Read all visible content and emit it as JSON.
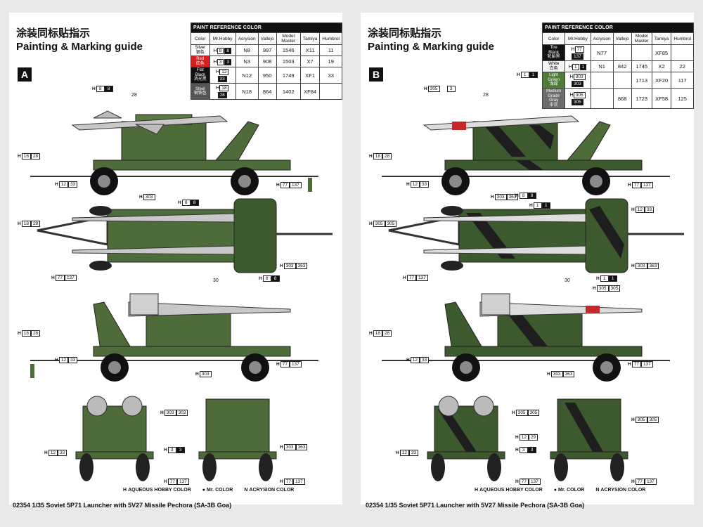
{
  "sheet_a": {
    "title_cn": "涂装同标贴指示",
    "title_en": "Painting & Marking guide",
    "scheme": "A",
    "table_title": "PAINT REFERENCE COLOR",
    "columns": [
      "Color",
      "Mr.Hobby",
      "Acrysion",
      "Vallejo",
      "Model Master",
      "Tamiya",
      "Humbrol"
    ],
    "rows": [
      {
        "color_en": "Silver",
        "color_cn": "银色",
        "hobby_h": "8",
        "hobby_c": "8",
        "acrysion": "N8",
        "vallejo": "997",
        "mm": "1546",
        "tamiya": "X11",
        "humbrol": "11",
        "bg": "#ffffff",
        "fg": "#000000"
      },
      {
        "color_en": "Red",
        "color_cn": "红色",
        "hobby_h": "3",
        "hobby_c": "3",
        "acrysion": "N3",
        "vallejo": "908",
        "mm": "1503",
        "tamiya": "X7",
        "humbrol": "19",
        "bg": "#d62020",
        "fg": "#ffffff"
      },
      {
        "color_en": "Flat Black",
        "color_cn": "消光黑",
        "hobby_h": "12",
        "hobby_c": "33",
        "acrysion": "N12",
        "vallejo": "950",
        "mm": "1749",
        "tamiya": "XF1",
        "humbrol": "33",
        "bg": "#111111",
        "fg": "#ffffff"
      },
      {
        "color_en": "Steel",
        "color_cn": "钢铁色",
        "hobby_h": "18",
        "hobby_c": "28",
        "acrysion": "N18",
        "vallejo": "864",
        "mm": "1402",
        "tamiya": "XF84",
        "humbrol": "",
        "bg": "#555555",
        "fg": "#ffffff"
      }
    ],
    "callouts": {
      "v1_top": {
        "h": "8",
        "c": "8"
      },
      "v1_part": "28",
      "v1_left": {
        "h": "18",
        "c": "28"
      },
      "v1_wheel_l": {
        "h": "12",
        "c": "33"
      },
      "v1_bottom": {
        "h": "303",
        "c": ""
      },
      "v1_wheel_r": {
        "h": "77",
        "c": "137"
      },
      "v2_top": {
        "h": "8",
        "c": "8"
      },
      "v2_left": {
        "h": "18",
        "c": "28"
      },
      "v2_right": {
        "h": "303",
        "c": "363"
      },
      "v2_bottom": {
        "h": "77",
        "c": "137"
      },
      "v3_top": {
        "h": "8",
        "c": "8"
      },
      "v3_part": "30",
      "v3_left": {
        "h": "18",
        "c": "28"
      },
      "v3_wheel_l": {
        "h": "12",
        "c": "33"
      },
      "v3_bottom": {
        "h": "303",
        "c": ""
      },
      "v3_wheel_r": {
        "h": "77",
        "c": "137"
      },
      "v4_a": {
        "h": "303",
        "c": "303"
      },
      "v4_b": {
        "h": "303",
        "c": "363"
      },
      "v4_c": {
        "h": "3",
        "c": "3"
      },
      "v4_d": {
        "h": "12",
        "c": "33"
      },
      "v4_e": {
        "h": "77",
        "c": "137"
      }
    },
    "legend": [
      "AQUEOUS HOBBY COLOR",
      "Mr. COLOR",
      "ACRYSION COLOR"
    ],
    "legend_marks": [
      "H",
      "●",
      "N"
    ],
    "footer": "02354 1/35 Soviet 5P71 Launcher with 5V27 Missile Pechora (SA-3B Goa)"
  },
  "sheet_b": {
    "title_cn": "涂装同标贴指示",
    "title_en": "Painting & Marking guide",
    "scheme": "B",
    "table_title": "PAINT REFERENCE COLOR",
    "columns": [
      "Color",
      "Mr.Hobby",
      "Acrysion",
      "Vallejo",
      "Model Master",
      "Tamiya",
      "Humbrol"
    ],
    "rows": [
      {
        "color_en": "Tire Black",
        "color_cn": "轮胎黑",
        "hobby_h": "77",
        "hobby_c": "137",
        "acrysion": "N77",
        "vallejo": "",
        "mm": "",
        "tamiya": "XF85",
        "humbrol": "",
        "bg": "#111111",
        "fg": "#ffffff"
      },
      {
        "color_en": "White",
        "color_cn": "白色",
        "hobby_h": "1",
        "hobby_c": "1",
        "acrysion": "N1",
        "vallejo": "842",
        "mm": "1745",
        "tamiya": "X2",
        "humbrol": "22",
        "bg": "#f4f4f4",
        "fg": "#000000"
      },
      {
        "color_en": "Light Green",
        "color_cn": "浅绿",
        "hobby_h": "303",
        "hobby_c": "303",
        "acrysion": "",
        "vallejo": "",
        "mm": "1713",
        "tamiya": "XF20",
        "humbrol": "117",
        "bg": "#4f7a3a",
        "fg": "#ffffff"
      },
      {
        "color_en": "Medium Grade Gray",
        "color_cn": "中灰",
        "hobby_h": "305",
        "hobby_c": "305",
        "acrysion": "",
        "vallejo": "868",
        "mm": "1723",
        "tamiya": "XF58",
        "humbrol": "125",
        "bg": "#6b6b6b",
        "fg": "#ffffff"
      }
    ],
    "callouts": {
      "v1_top": {
        "h": "305",
        "c": "3"
      },
      "v1_top2": {
        "h": "1",
        "c": "1"
      },
      "v1_part": "28",
      "v1_left": {
        "h": "18",
        "c": "28"
      },
      "v1_wheel_l": {
        "h": "12",
        "c": "33"
      },
      "v1_bottom": {
        "h": "303",
        "c": "363"
      },
      "v1_wheel_r": {
        "h": "77",
        "c": "137"
      },
      "v2_top": {
        "h": "8",
        "c": "8"
      },
      "v2_top2": {
        "h": "1",
        "c": "1"
      },
      "v2_left": {
        "h": "305",
        "c": "305"
      },
      "v2_right": {
        "h": "12",
        "c": "33"
      },
      "v2_right2": {
        "h": "303",
        "c": "363"
      },
      "v2_bottom": {
        "h": "77",
        "c": "137"
      },
      "v3_top": {
        "h": "305",
        "c": "305"
      },
      "v3_top2": {
        "h": "1",
        "c": "1"
      },
      "v3_part": "30",
      "v3_left": {
        "h": "18",
        "c": "28"
      },
      "v3_wheel_l": {
        "h": "12",
        "c": "33"
      },
      "v3_bottom": {
        "h": "303",
        "c": "363"
      },
      "v3_wheel_r": {
        "h": "77",
        "c": "137"
      },
      "v4_a": {
        "h": "305",
        "c": "305"
      },
      "v4_b": {
        "h": "305",
        "c": "305"
      },
      "v4_c": {
        "h": "12",
        "c": "29"
      },
      "v4_d": {
        "h": "3",
        "c": "3"
      },
      "v4_e": {
        "h": "12",
        "c": "33"
      },
      "v4_f": {
        "h": "77",
        "c": "137"
      }
    },
    "legend": [
      "AQUEOUS HOBBY COLOR",
      "Mr. COLOR",
      "ACRYSION COLOR"
    ],
    "legend_marks": [
      "H",
      "●",
      "N"
    ],
    "footer": "02354 1/35 Soviet 5P71 Launcher with 5V27 Missile Pechora (SA-3B Goa)"
  }
}
